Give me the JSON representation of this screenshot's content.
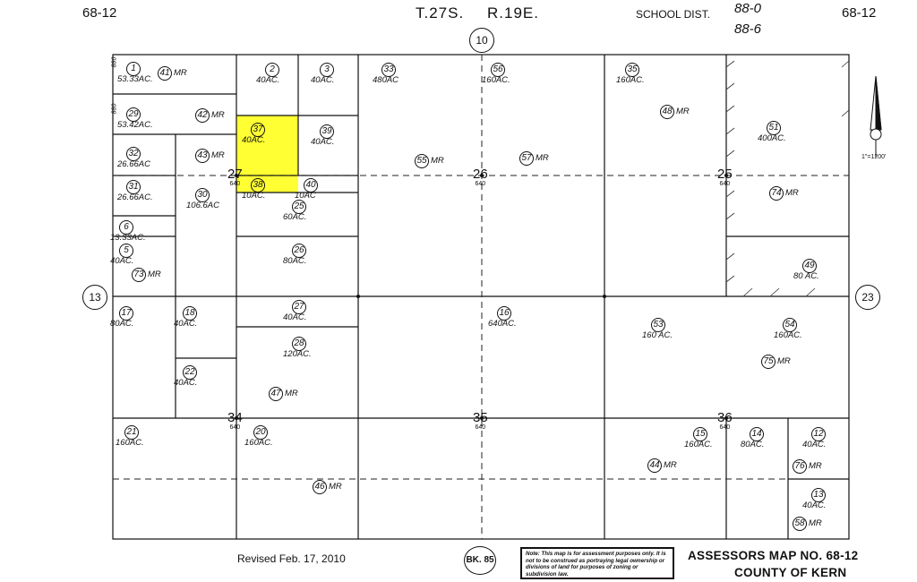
{
  "header": {
    "page_left": "68-12",
    "page_right": "68-12",
    "township": "T.27S.",
    "range": "R.19E.",
    "school_dist_label": "SCHOOL DIST.",
    "school_dist_top": "88-0",
    "school_dist_bottom": "88-6"
  },
  "adjacent": {
    "top": "10",
    "left": "13",
    "right": "23",
    "bottom": "BK. 85"
  },
  "scale": "1\"=1200'",
  "sections": [
    {
      "num": "27",
      "acres": "640"
    },
    {
      "num": "26",
      "acres": "640"
    },
    {
      "num": "25",
      "acres": "640"
    },
    {
      "num": "34",
      "acres": "640"
    },
    {
      "num": "35",
      "acres": "640"
    },
    {
      "num": "36",
      "acres": "640"
    }
  ],
  "parcels": [
    {
      "id": "1",
      "acres": "53.33AC."
    },
    {
      "id": "41",
      "acres": "MR"
    },
    {
      "id": "2",
      "acres": "40AC."
    },
    {
      "id": "3",
      "acres": "40AC."
    },
    {
      "id": "33",
      "acres": "480AC"
    },
    {
      "id": "56",
      "acres": "160AC."
    },
    {
      "id": "35",
      "acres": "160AC."
    },
    {
      "id": "29",
      "acres": "53.42AC."
    },
    {
      "id": "42",
      "acres": "MR"
    },
    {
      "id": "37",
      "acres": "40AC."
    },
    {
      "id": "39",
      "acres": "40AC."
    },
    {
      "id": "48",
      "acres": "MR"
    },
    {
      "id": "51",
      "acres": "400AC."
    },
    {
      "id": "32",
      "acres": "26.66AC"
    },
    {
      "id": "43",
      "acres": "MR"
    },
    {
      "id": "55",
      "acres": "MR"
    },
    {
      "id": "57",
      "acres": "MR"
    },
    {
      "id": "31",
      "acres": "26.66AC."
    },
    {
      "id": "38",
      "acres": "10AC."
    },
    {
      "id": "40",
      "acres": "10AC"
    },
    {
      "id": "30",
      "acres": "106.6AC"
    },
    {
      "id": "74",
      "acres": "MR"
    },
    {
      "id": "25",
      "acres": "60AC."
    },
    {
      "id": "6",
      "acres": "13.33AC."
    },
    {
      "id": "5",
      "acres": "40AC."
    },
    {
      "id": "26",
      "acres": "80AC."
    },
    {
      "id": "73",
      "acres": "MR"
    },
    {
      "id": "49",
      "acres": "80 AC."
    },
    {
      "id": "17",
      "acres": "80AC."
    },
    {
      "id": "18",
      "acres": "40AC."
    },
    {
      "id": "27",
      "acres": "40AC."
    },
    {
      "id": "16",
      "acres": "640AC."
    },
    {
      "id": "53",
      "acres": "160 AC."
    },
    {
      "id": "54",
      "acres": "160AC."
    },
    {
      "id": "28",
      "acres": "120AC."
    },
    {
      "id": "75",
      "acres": "MR"
    },
    {
      "id": "22",
      "acres": "40AC."
    },
    {
      "id": "47",
      "acres": "MR"
    },
    {
      "id": "21",
      "acres": "160AC."
    },
    {
      "id": "20",
      "acres": "160AC."
    },
    {
      "id": "15",
      "acres": "160AC."
    },
    {
      "id": "14",
      "acres": "80AC."
    },
    {
      "id": "12",
      "acres": "40AC."
    },
    {
      "id": "44",
      "acres": "MR"
    },
    {
      "id": "76",
      "acres": "MR"
    },
    {
      "id": "46",
      "acres": "MR"
    },
    {
      "id": "13",
      "acres": "40AC."
    },
    {
      "id": "58",
      "acres": "MR"
    }
  ],
  "side_labels": [
    "880",
    "880"
  ],
  "highlight_color": "#ffff33",
  "footer": {
    "revised": "Revised Feb. 17, 2010",
    "note": "Note: This map is for assessment purposes only. It is not to be construed as portraying legal ownership or divisions of land for purposes of zoning or subdivision law.",
    "map_label": "ASSESSORS MAP NO.",
    "map_no": "68-12",
    "county": "COUNTY OF KERN"
  }
}
